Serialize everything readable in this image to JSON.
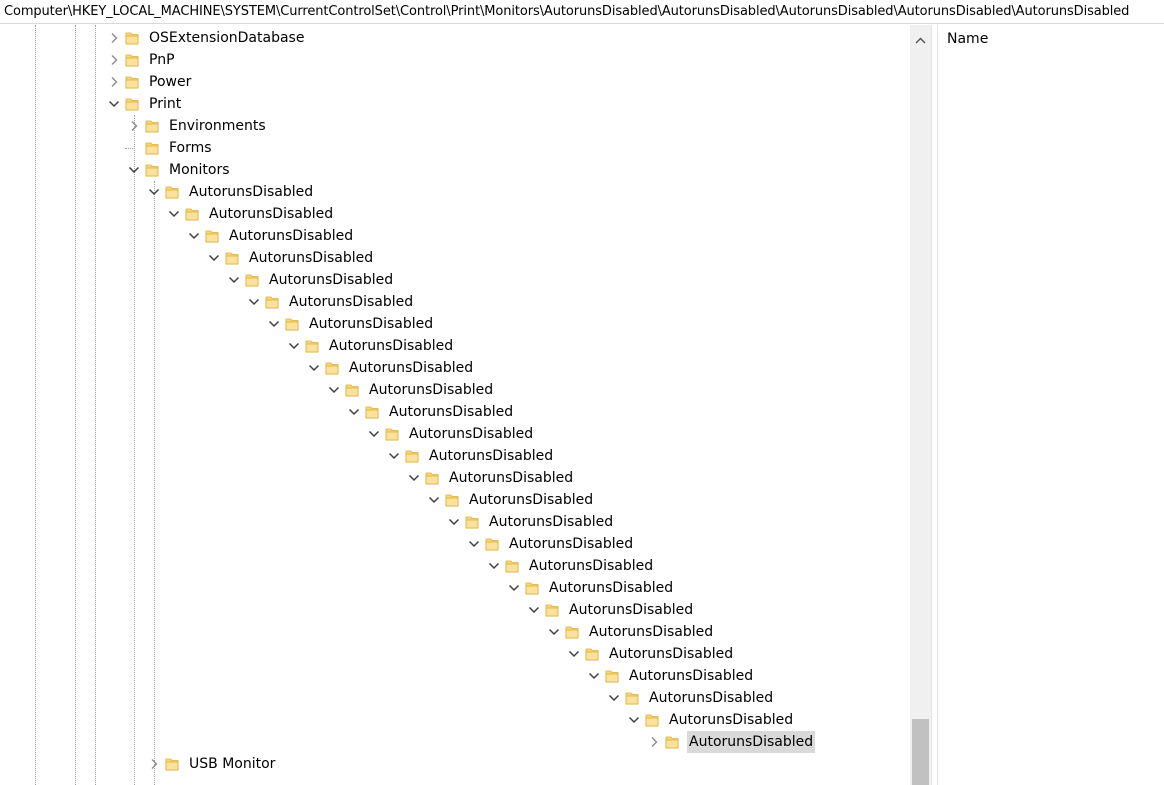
{
  "address_bar": {
    "path": "Computer\\HKEY_LOCAL_MACHINE\\SYSTEM\\CurrentControlSet\\Control\\Print\\Monitors\\AutorunsDisabled\\AutorunsDisabled\\AutorunsDisabled\\AutorunsDisabled\\AutorunsDisabled"
  },
  "tree": {
    "nodes": [
      {
        "label": "OSExtensionDatabase",
        "level": 0,
        "state": "collapsed"
      },
      {
        "label": "PnP",
        "level": 0,
        "state": "collapsed"
      },
      {
        "label": "Power",
        "level": 0,
        "state": "collapsed"
      },
      {
        "label": "Print",
        "level": 0,
        "state": "expanded"
      },
      {
        "label": "Environments",
        "level": 1,
        "state": "collapsed"
      },
      {
        "label": "Forms",
        "level": 1,
        "state": "leaf"
      },
      {
        "label": "Monitors",
        "level": 1,
        "state": "expanded"
      },
      {
        "label": "AutorunsDisabled",
        "level": 2,
        "state": "expanded"
      },
      {
        "label": "AutorunsDisabled",
        "level": 3,
        "state": "expanded"
      },
      {
        "label": "AutorunsDisabled",
        "level": 4,
        "state": "expanded"
      },
      {
        "label": "AutorunsDisabled",
        "level": 5,
        "state": "expanded"
      },
      {
        "label": "AutorunsDisabled",
        "level": 6,
        "state": "expanded"
      },
      {
        "label": "AutorunsDisabled",
        "level": 7,
        "state": "expanded"
      },
      {
        "label": "AutorunsDisabled",
        "level": 8,
        "state": "expanded"
      },
      {
        "label": "AutorunsDisabled",
        "level": 9,
        "state": "expanded"
      },
      {
        "label": "AutorunsDisabled",
        "level": 10,
        "state": "expanded"
      },
      {
        "label": "AutorunsDisabled",
        "level": 11,
        "state": "expanded"
      },
      {
        "label": "AutorunsDisabled",
        "level": 12,
        "state": "expanded"
      },
      {
        "label": "AutorunsDisabled",
        "level": 13,
        "state": "expanded"
      },
      {
        "label": "AutorunsDisabled",
        "level": 14,
        "state": "expanded"
      },
      {
        "label": "AutorunsDisabled",
        "level": 15,
        "state": "expanded"
      },
      {
        "label": "AutorunsDisabled",
        "level": 16,
        "state": "expanded"
      },
      {
        "label": "AutorunsDisabled",
        "level": 17,
        "state": "expanded"
      },
      {
        "label": "AutorunsDisabled",
        "level": 18,
        "state": "expanded"
      },
      {
        "label": "AutorunsDisabled",
        "level": 19,
        "state": "expanded"
      },
      {
        "label": "AutorunsDisabled",
        "level": 20,
        "state": "expanded"
      },
      {
        "label": "AutorunsDisabled",
        "level": 21,
        "state": "expanded"
      },
      {
        "label": "AutorunsDisabled",
        "level": 22,
        "state": "expanded"
      },
      {
        "label": "AutorunsDisabled",
        "level": 23,
        "state": "expanded"
      },
      {
        "label": "AutorunsDisabled",
        "level": 24,
        "state": "expanded"
      },
      {
        "label": "AutorunsDisabled",
        "level": 25,
        "state": "expanded"
      },
      {
        "label": "AutorunsDisabled",
        "level": 26,
        "state": "expanded"
      },
      {
        "label": "AutorunsDisabled",
        "level": 27,
        "state": "collapsed",
        "selected": true
      },
      {
        "label": "USB Monitor",
        "level": 2,
        "state": "collapsed"
      }
    ]
  },
  "values_pane": {
    "columns": [
      "Name"
    ]
  },
  "colors": {
    "folder_fill": "#f8d775",
    "folder_edge": "#dcae3c",
    "selection": "#d9d9d9",
    "chevron": "#404040"
  },
  "icons": {
    "folder": "folder-icon",
    "expanded": "chevron-down-icon",
    "collapsed": "chevron-right-icon",
    "scroll_up": "chevron-up-icon"
  }
}
